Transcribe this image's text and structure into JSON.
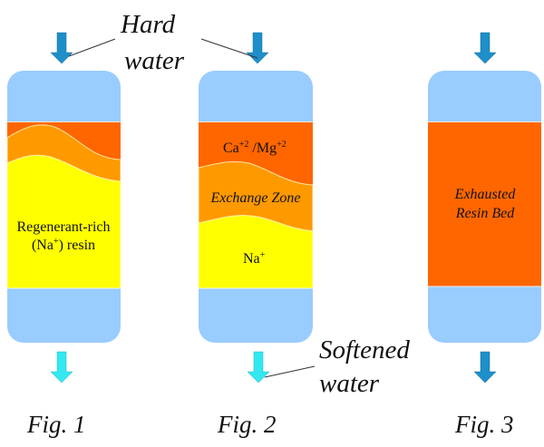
{
  "title_labels": {
    "hard_water_line1": "Hard",
    "hard_water_line2": "water",
    "softened_water_line1": "Softened",
    "softened_water_line2": "water"
  },
  "figures": [
    {
      "caption": "Fig. 1",
      "label_line1": "Regenerant-rich",
      "label_line2_prefix": "(Na",
      "label_line2_sup": "+",
      "label_line2_suffix": ") resin",
      "inlet_arrow": "down-arrow-dark-blue",
      "outlet_arrow": "down-arrow-cyan"
    },
    {
      "caption": "Fig. 2",
      "zone_top_ca": "Ca",
      "zone_top_ca_sup": "+2",
      "zone_top_mg": " /Mg",
      "zone_top_mg_sup": "+2",
      "zone_mid": "Exchange Zone",
      "zone_bottom": "Na",
      "zone_bottom_sup": "+",
      "inlet_arrow": "down-arrow-dark-blue",
      "outlet_arrow": "down-arrow-cyan"
    },
    {
      "caption": "Fig. 3",
      "label_line1": "Exhausted",
      "label_line2": "Resin Bed",
      "inlet_arrow": "down-arrow-dark-blue",
      "outlet_arrow": "down-arrow-dark-blue"
    }
  ],
  "colors": {
    "water": "#99ccff",
    "exhausted": "#ff6600",
    "exchange": "#ff9900",
    "regenerant": "#ffff00",
    "arrow_dark": "#1e8fc8",
    "arrow_cyan": "#33e8f0"
  }
}
